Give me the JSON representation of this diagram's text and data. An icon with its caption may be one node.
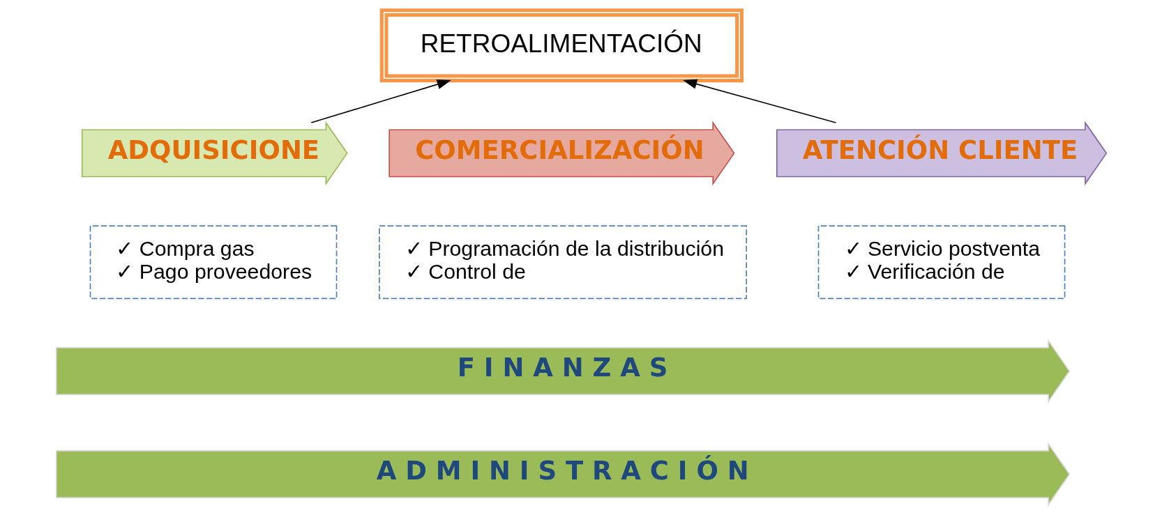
{
  "diagram": {
    "nodes": [
      {
        "text": [
          "RETROALIMENTACIÓN"
        ]
      },
      {
        "text": [
          "ADQUISICIONE"
        ]
      },
      {
        "text": [
          "COMERCIALIZACIÓN"
        ]
      },
      {
        "text": [
          "ATENCIÓN CLIENTE"
        ]
      },
      {
        "text": [
          "✓ Compra gas",
          "✓ Pago proveedores"
        ]
      },
      {
        "text": [
          "✓ Programación de la distribución",
          "✓ Control de"
        ]
      },
      {
        "text": [
          "✓ Servicio postventa",
          "✓ Verificación de"
        ]
      },
      {
        "text": [
          "F I N A N Z A S"
        ]
      },
      {
        "text": [
          "A D M I N I S T R A C I Ó N"
        ]
      }
    ],
    "edges": [
      {
        "from": 1,
        "to": 0,
        "arrow": "to"
      },
      {
        "from": 3,
        "to": 0,
        "arrow": "to"
      }
    ]
  }
}
